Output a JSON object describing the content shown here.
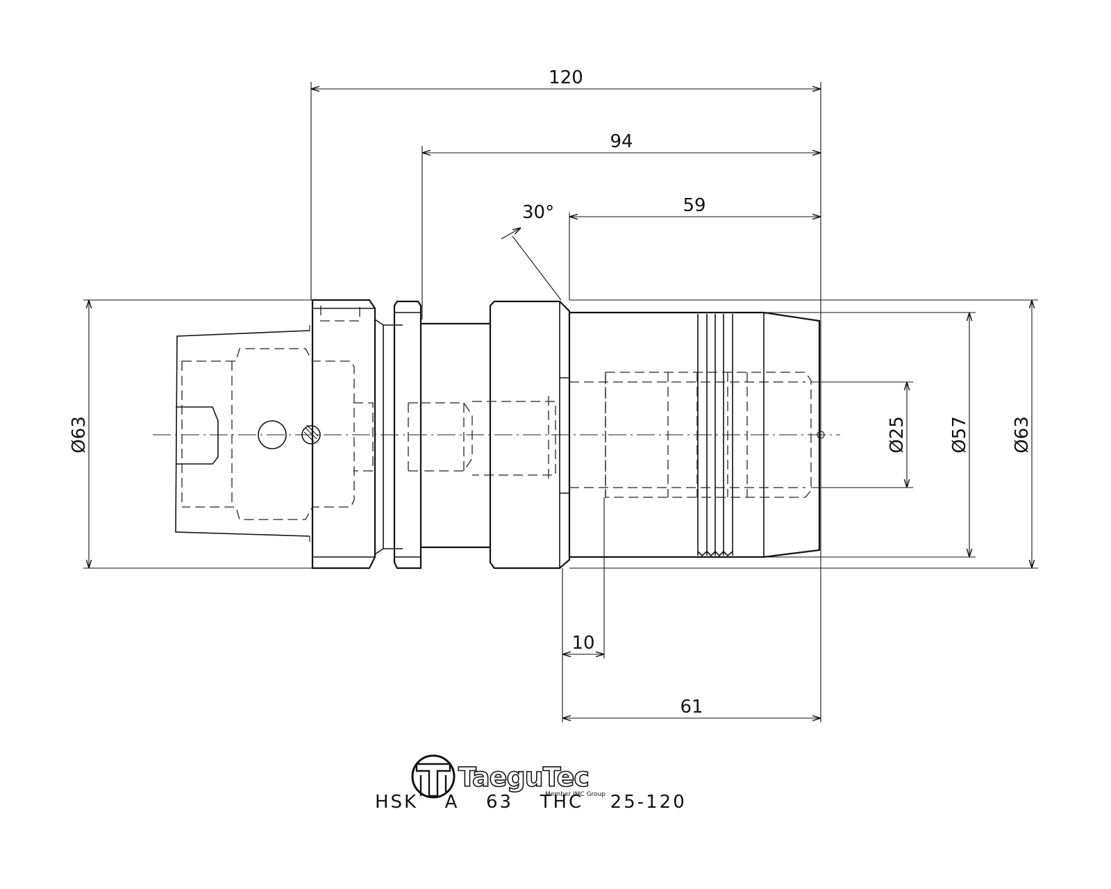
{
  "dimensions": {
    "overall_length": "120",
    "length_94": "94",
    "length_59": "59",
    "chamfer_angle": "30°",
    "length_10": "10",
    "length_61": "61",
    "dia_left": "Ø63",
    "dia_25": "Ø25",
    "dia_57": "Ø57",
    "dia_right": "Ø63"
  },
  "logo": {
    "brand": "TaeguTec",
    "tagline": "Member IMC Group"
  },
  "part_number": "HSK  A  63  THC  25-120",
  "colors": {
    "line": "#111111",
    "background": "#ffffff"
  }
}
